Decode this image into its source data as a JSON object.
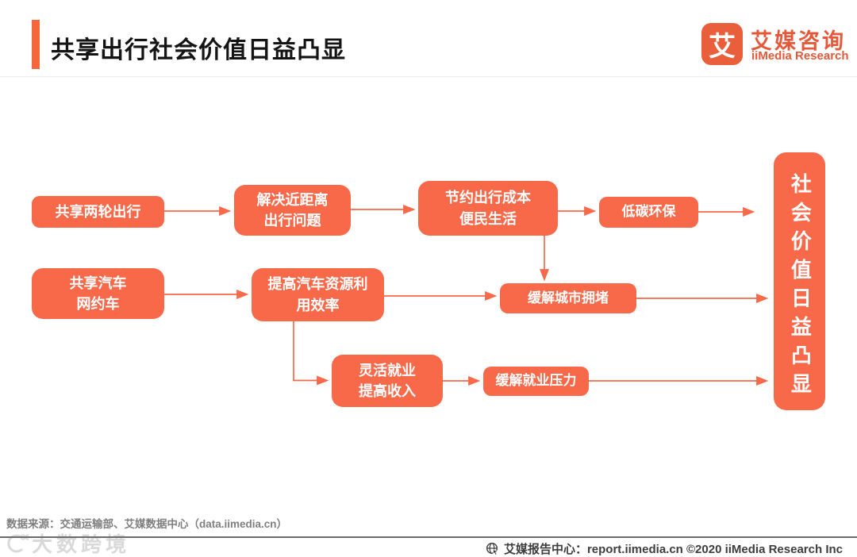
{
  "header": {
    "title": "共享出行社会价值日益凸显",
    "logo": {
      "glyph": "艾",
      "brand_cn": "艾媒咨询",
      "brand_en": "iiMedia Research"
    }
  },
  "diagram": {
    "nodes": [
      {
        "id": "shared-two-wheel",
        "label": "共享两轮出行"
      },
      {
        "id": "solve-short-distance",
        "label": "解决近距离\n出行问题"
      },
      {
        "id": "save-travel-cost",
        "label": "节约出行成本\n便民生活"
      },
      {
        "id": "low-carbon",
        "label": "低碳环保"
      },
      {
        "id": "shared-car",
        "label": "共享汽车\n网约车"
      },
      {
        "id": "improve-efficiency",
        "label": "提高汽车资源利\n用效率"
      },
      {
        "id": "ease-congestion",
        "label": "缓解城市拥堵"
      },
      {
        "id": "flexible-employment",
        "label": "灵活就业\n提高收入"
      },
      {
        "id": "ease-job-pressure",
        "label": "缓解就业压力"
      },
      {
        "id": "social-value-result",
        "label": "社会价值日益凸显"
      }
    ]
  },
  "footer": {
    "source": "数据来源：交通运输部、艾媒数据中心（data.iimedia.cn）",
    "report_center": "艾媒报告中心：report.iimedia.cn ©2020  iiMedia Research Inc",
    "watermark": "大数跨境"
  },
  "colors": {
    "accent_orange": "#F8694A",
    "logo_orange": "#E95F3C",
    "title_text": "#141414",
    "source_gray": "#7f7f7f",
    "footer_gray": "#3d3d3d"
  }
}
